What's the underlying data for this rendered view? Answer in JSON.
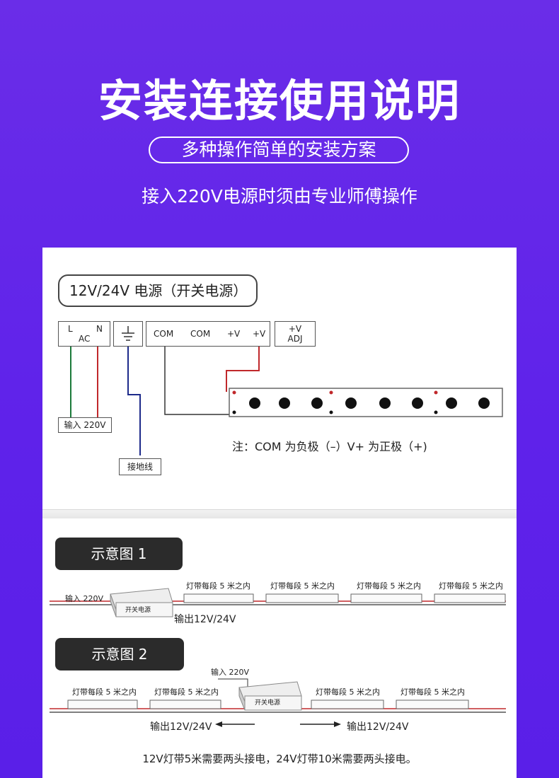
{
  "header": {
    "title": "安装连接使用说明",
    "pill": "多种操作简单的安装方案",
    "subtitle": "接入220V电源时须由专业师傅操作"
  },
  "wiring": {
    "psu_title": "12V/24V 电源（开关电源）",
    "term_l": "L",
    "term_n": "N",
    "term_ac": "AC",
    "term_com1": "COM",
    "term_com2": "COM",
    "term_v1": "+V",
    "term_v2": "+V",
    "adj_top": "+V",
    "adj_bottom": "ADJ",
    "input_label": "输入 220V",
    "ground_label": "接地线",
    "note": "注：COM 为负极（–）V+ 为正极（+)"
  },
  "diagram1": {
    "tag": "示意图 1",
    "input": "输入 220V",
    "psu": "开关电源",
    "output": "输出12V/24V",
    "segment_label": "灯带每段 5 米之内"
  },
  "diagram2": {
    "tag": "示意图 2",
    "input": "输入 220V",
    "psu": "开关电源",
    "output_left": "输出12V/24V",
    "output_right": "输出12V/24V",
    "segment_label": "灯带每段 5 米之内"
  },
  "footer_note": "12V灯带5米需要两头接电，24V灯带10米需要两头接电。",
  "colors": {
    "bg": "#5f22ea",
    "wire_red": "#c0282b",
    "wire_green": "#1b7a3a",
    "wire_blue": "#1d2a8a"
  }
}
